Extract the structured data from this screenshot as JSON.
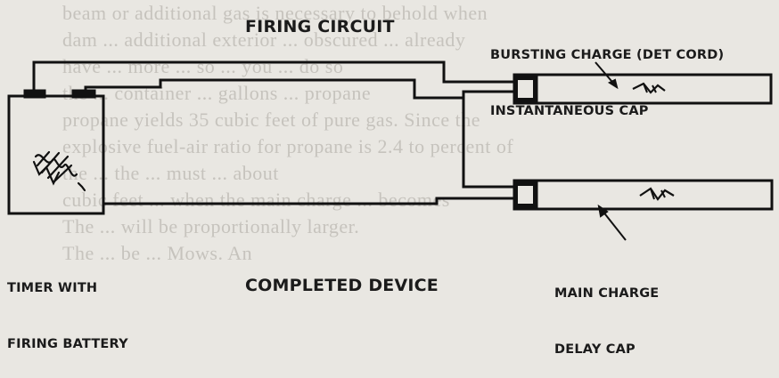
{
  "background_text": [
    "beam or additional gas is necessary to behold when",
    "dam ... additional exterior ... obscured ... already",
    "have ... more ... so ... you ... do so",
    "the ... container ... gallons ... propane",
    "propane yields 35 cubic feet of pure gas. Since the",
    "explosive fuel-air ratio for propane is 2.4 to percent of",
    "the ... the ... must ... about",
    "cubic feet ... when the main charge ... becomes",
    "The ... will be proportionally larger.",
    "The ... be ... Mows. An"
  ],
  "labels": {
    "firing_circuit": "FIRING CIRCUIT",
    "bursting_charge_line1": "BURSTING CHARGE (DET CORD)",
    "bursting_charge_line2": "INSTANTANEOUS CAP",
    "timer_line1": "TIMER WITH",
    "timer_line2": "FIRING BATTERY",
    "main_charge_line1": "MAIN CHARGE",
    "main_charge_line2": "DELAY CAP",
    "completed_device": "COMPLETED DEVICE"
  }
}
